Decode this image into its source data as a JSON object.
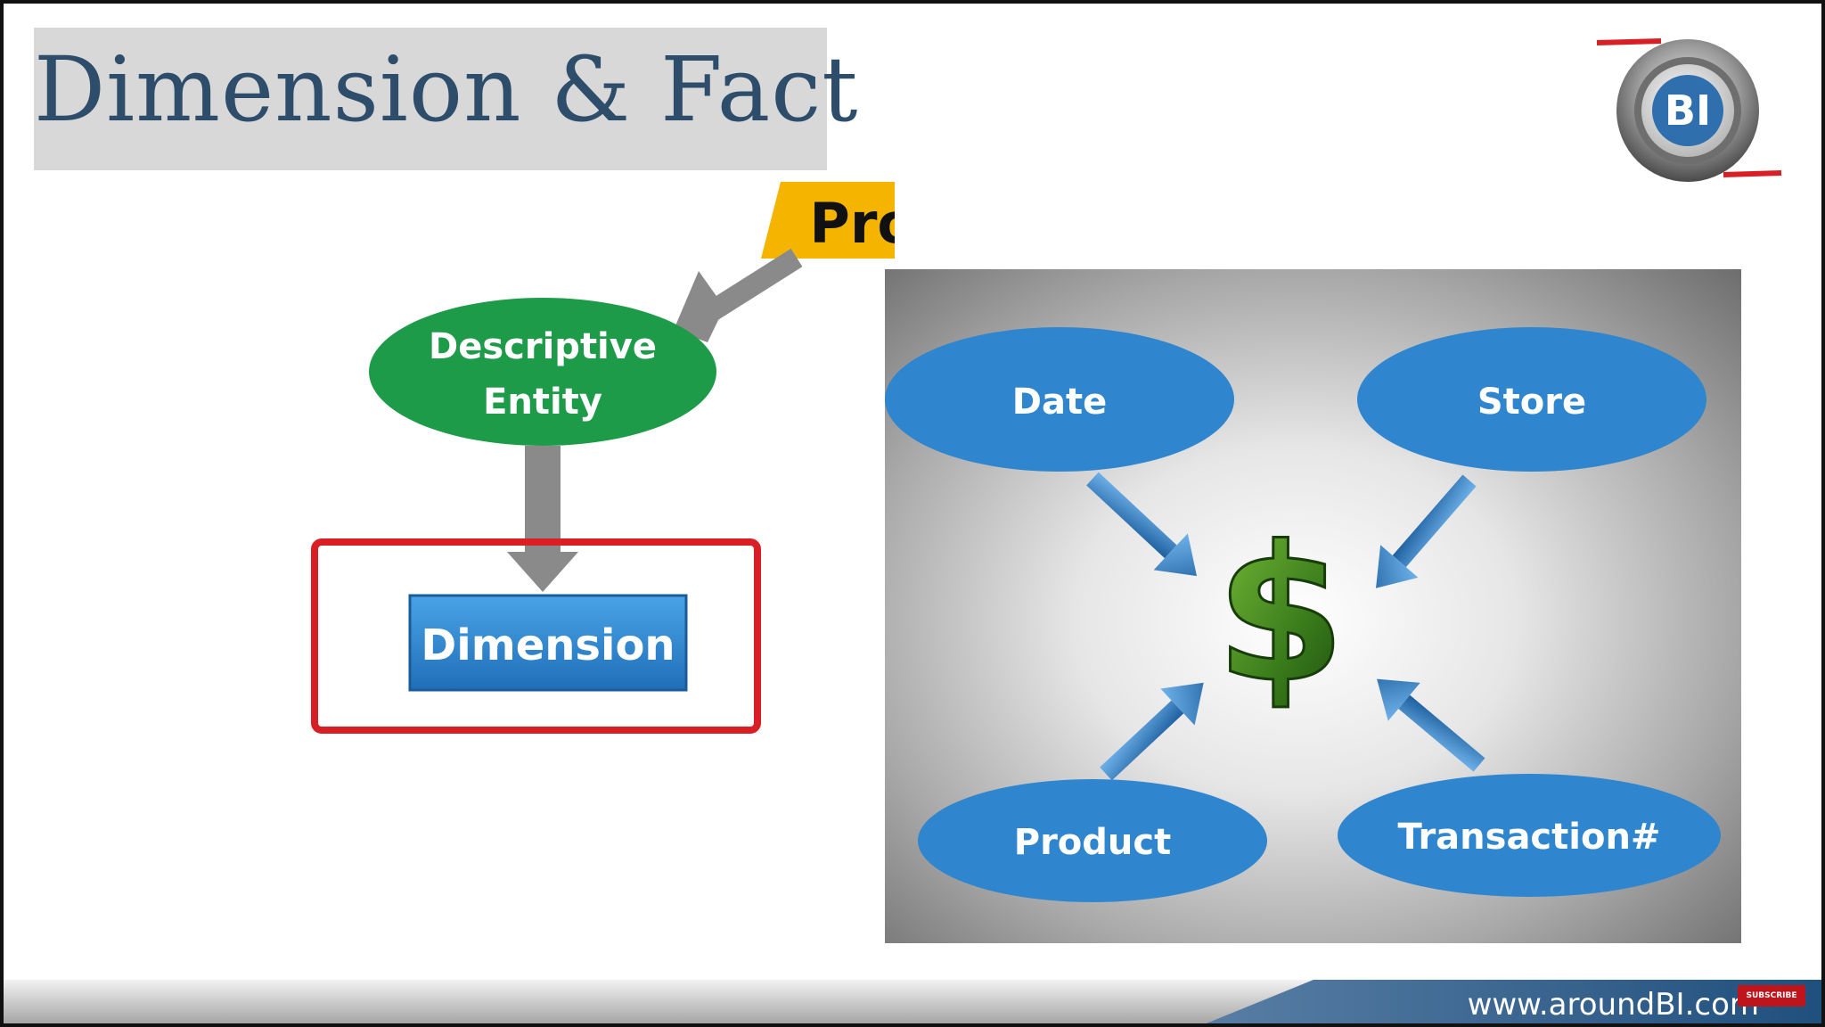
{
  "slide": {
    "title": "Dimension & Fact",
    "logo_text": "BI",
    "left_diagram": {
      "process_label": "Process",
      "entity_label_line1": "Descriptive",
      "entity_label_line2": "Entity",
      "dimension_label": "Dimension"
    },
    "fact_image": {
      "center_symbol": "$",
      "ellipses": [
        "Date",
        "Store",
        "Product",
        "Transaction#"
      ]
    },
    "footer": {
      "url": "www.aroundBI.com",
      "subscribe_label": "SUBSCRIBE"
    }
  },
  "colors": {
    "title_text": "#2e4d6b",
    "process_tag": "#f5b400",
    "entity_ellipse": "#1e9b48",
    "dimension_box": "#2f86cf",
    "highlight_frame": "#d91f26",
    "fact_ellipse": "#2f86cf",
    "dollar_sign": "#3a7d1c",
    "footer_accent": "#1f4f7c"
  },
  "icons": {
    "logo": "bi-badge-icon",
    "center": "dollar-sign-icon"
  }
}
